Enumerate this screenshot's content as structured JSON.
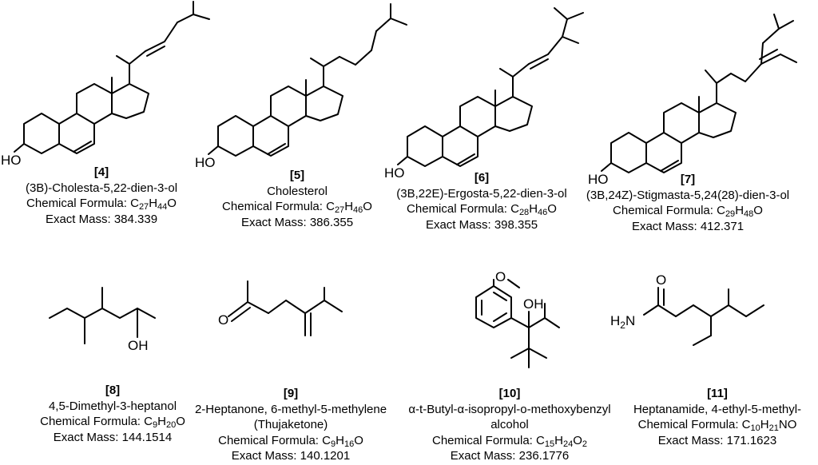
{
  "atoms": {
    "c4_oh": "HO",
    "c5_oh": "HO",
    "c6_oh": "HO",
    "c7_oh": "HO",
    "c8_oh": "OH",
    "c9_o": "O",
    "c10_o": "O",
    "c10_oh": "OH",
    "c11_o": "O",
    "c11_n": "N",
    "c11_h": "H",
    "c11_h_count": "2"
  },
  "compounds": [
    {
      "number": "[4]",
      "name": "(3B)-Cholesta-5,22-dien-3-ol",
      "formula_label": "Chemical Formula: ",
      "formula": [
        [
          "C",
          "27"
        ],
        [
          "H",
          "44"
        ],
        [
          "O",
          ""
        ]
      ],
      "mass_label": "Exact Mass: ",
      "mass": "384.339"
    },
    {
      "number": "[5]",
      "name": "Cholesterol",
      "formula_label": "Chemical Formula: ",
      "formula": [
        [
          "C",
          "27"
        ],
        [
          "H",
          "46"
        ],
        [
          "O",
          ""
        ]
      ],
      "mass_label": "Exact Mass: ",
      "mass": "386.355"
    },
    {
      "number": "[6]",
      "name": "(3B,22E)-Ergosta-5,22-dien-3-ol",
      "formula_label": "Chemical Formula: ",
      "formula": [
        [
          "C",
          "28"
        ],
        [
          "H",
          "46"
        ],
        [
          "O",
          ""
        ]
      ],
      "mass_label": "Exact Mass: ",
      "mass": "398.355"
    },
    {
      "number": "[7]",
      "name": "(3B,24Z)-Stigmasta-5,24(28)-dien-3-ol",
      "formula_label": "Chemical Formula: ",
      "formula": [
        [
          "C",
          "29"
        ],
        [
          "H",
          "48"
        ],
        [
          "O",
          ""
        ]
      ],
      "mass_label": "Exact Mass: ",
      "mass": "412.371"
    },
    {
      "number": "[8]",
      "name": "4,5-Dimethyl-3-heptanol",
      "formula_label": "Chemical Formula: ",
      "formula": [
        [
          "C",
          "9"
        ],
        [
          "H",
          "20"
        ],
        [
          "O",
          ""
        ]
      ],
      "mass_label": "Exact Mass: ",
      "mass": "144.1514"
    },
    {
      "number": "[9]",
      "name": "2-Heptanone, 6-methyl-5-methylene",
      "name_line2": "(Thujaketone)",
      "formula_label": "Chemical Formula: ",
      "formula": [
        [
          "C",
          "9"
        ],
        [
          "H",
          "16"
        ],
        [
          "O",
          ""
        ]
      ],
      "mass_label": "Exact Mass: ",
      "mass": "140.1201"
    },
    {
      "number": "[10]",
      "name": "α-t-Butyl-α-isopropyl-o-methoxybenzyl",
      "name_line2": "alcohol",
      "formula_label": "Chemical Formula: ",
      "formula": [
        [
          "C",
          "15"
        ],
        [
          "H",
          "24"
        ],
        [
          "O",
          "2"
        ]
      ],
      "mass_label": "Exact Mass: ",
      "mass": "236.1776"
    },
    {
      "number": "[11]",
      "name": "Heptanamide, 4-ethyl-5-methyl-",
      "formula_label": "Chemical Formula: ",
      "formula": [
        [
          "C",
          "10"
        ],
        [
          "H",
          "21"
        ],
        [
          "NO",
          ""
        ]
      ],
      "mass_label": "Exact Mass: ",
      "mass": "171.1623"
    }
  ]
}
